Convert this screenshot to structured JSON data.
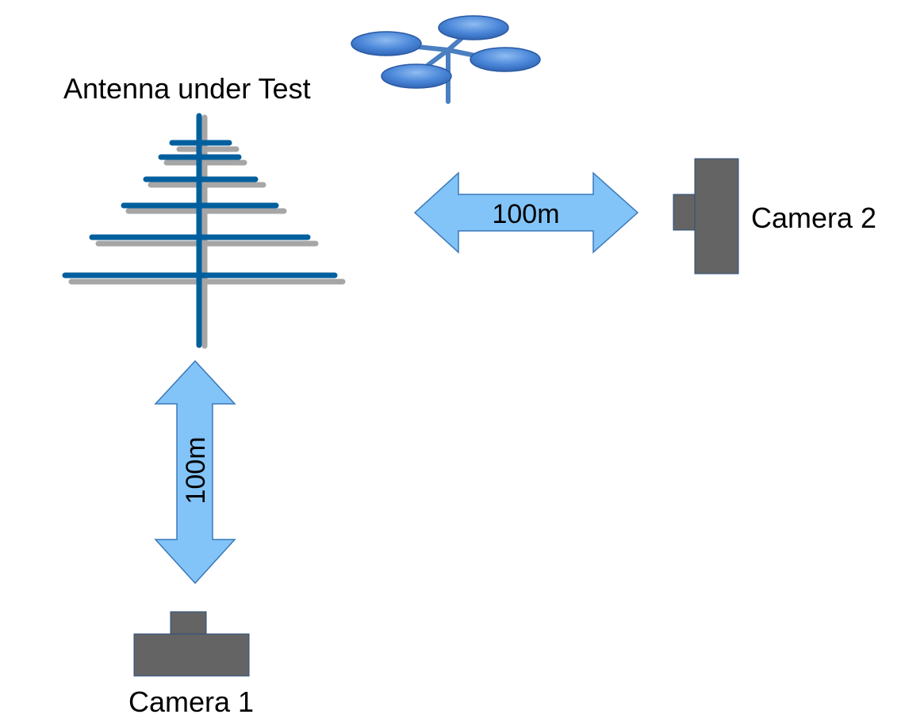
{
  "labels": {
    "antenna": "Antenna under Test",
    "camera1": "Camera 1",
    "camera2": "Camera 2",
    "distance_vertical": "100m",
    "distance_horizontal": "100m"
  },
  "colors": {
    "background": "#ffffff",
    "antenna_element": "#005f9e",
    "antenna_shadow": "#a6a6a6",
    "arrow_fill": "#82c4f8",
    "arrow_stroke": "#3a78b8",
    "camera_body": "#646464",
    "camera_stroke": "#2a4f7c",
    "drone_fill": "#4a86d8",
    "drone_frame": "#4a7fc1",
    "text": "#000000"
  },
  "icons": {
    "antenna": "log-periodic-antenna-icon",
    "drone": "quadcopter-drone-icon",
    "camera1": "camera-icon",
    "camera2": "camera-icon"
  }
}
